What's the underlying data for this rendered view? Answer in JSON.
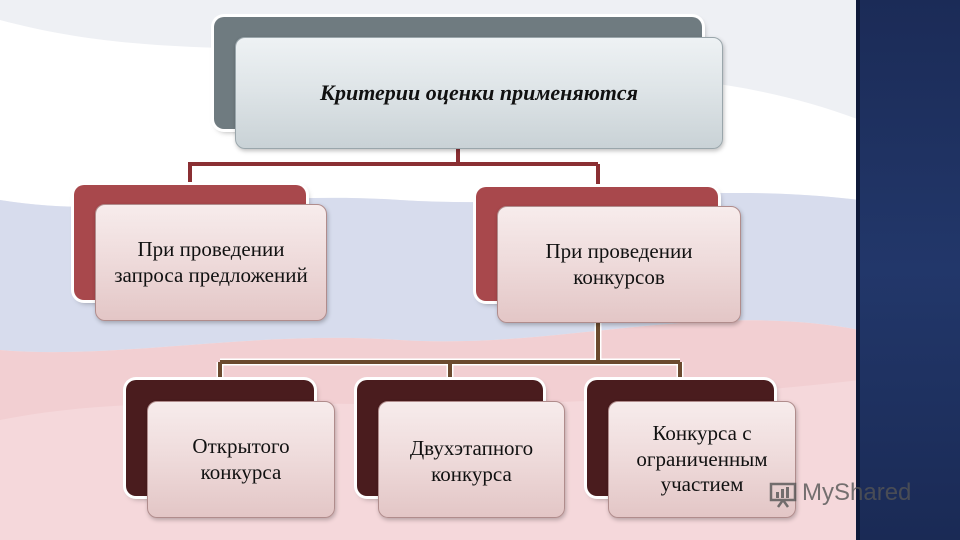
{
  "diagram": {
    "root": {
      "label": "Критерии оценки применяются"
    },
    "branches": [
      {
        "label": "При проведении запроса предложений"
      },
      {
        "label": "При проведении конкурсов"
      }
    ],
    "leaves": [
      {
        "label": "Открытого конкурса"
      },
      {
        "label": "Двухэтапного конкурса"
      },
      {
        "label": "Конкурса с ограниченным участием"
      }
    ]
  },
  "watermark": {
    "text": "MyShared"
  },
  "colors": {
    "root_back": "#6f7b80",
    "branch_back": "#a8484c",
    "leaf_back": "#4a1c1e",
    "connector_top": "#8a2f33",
    "connector_bottom": "#6b4a2e",
    "side_strip": "#1f3265"
  }
}
